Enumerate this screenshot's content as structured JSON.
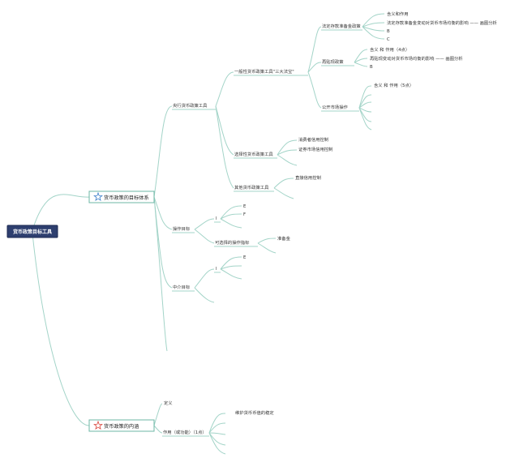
{
  "mindmap": {
    "root": "货币政策目标工具",
    "colors": {
      "edge": "#a3d4c8",
      "root_fill": "#2e3f6f",
      "box_border": "#6cb7a6",
      "star_blue": "#3a7dc9",
      "star_red": "#d9433a"
    },
    "target_system": {
      "label": "货币政策的目标体系",
      "icon": "star-outline-icon",
      "central_bank_tools": {
        "label": "央行货币政策工具",
        "general_tools": {
          "label": "一般性货币政策工具\"三大法宝\"",
          "reserve_policy": {
            "label": "法定存款准备金政策",
            "items": [
              "含义和作用",
              "法定存款准备金变动对货币市场均衡的影响 —— 画图分析",
              "B",
              "C"
            ]
          },
          "rediscount_policy": {
            "label": "再贴现政策",
            "items": [
              "含义 和 作用（4点）",
              "再贴现变动对货币市场均衡的影响 —— 画图分析",
              "B"
            ]
          },
          "open_market": {
            "label": "公开市场操作",
            "items": [
              "含义 和 作用（5点）"
            ]
          }
        },
        "selective_tools": {
          "label": "选择性货币政策工具",
          "items": [
            "消费者信用控制",
            "证券市场信用控制"
          ]
        },
        "other_tools": {
          "label": "其他货币政策工具",
          "items": [
            "直接信用控制"
          ]
        }
      },
      "operating_target": {
        "label": "操作目标",
        "sub_marker": "I",
        "sub_items": [
          "E",
          "F"
        ],
        "optional": {
          "label": "可选择的操作指标",
          "items": [
            "准备金"
          ]
        }
      },
      "intermediate_target": {
        "label": "中介目标",
        "sub_marker": "I",
        "sub_items": [
          "E"
        ]
      }
    },
    "policy_content": {
      "label": "货币政策的内涵",
      "icon": "star-outline-icon",
      "definition": "定义",
      "function": {
        "label": "作用（或功能）（1点）",
        "items": [
          "维护货币币值的稳定"
        ]
      }
    }
  }
}
